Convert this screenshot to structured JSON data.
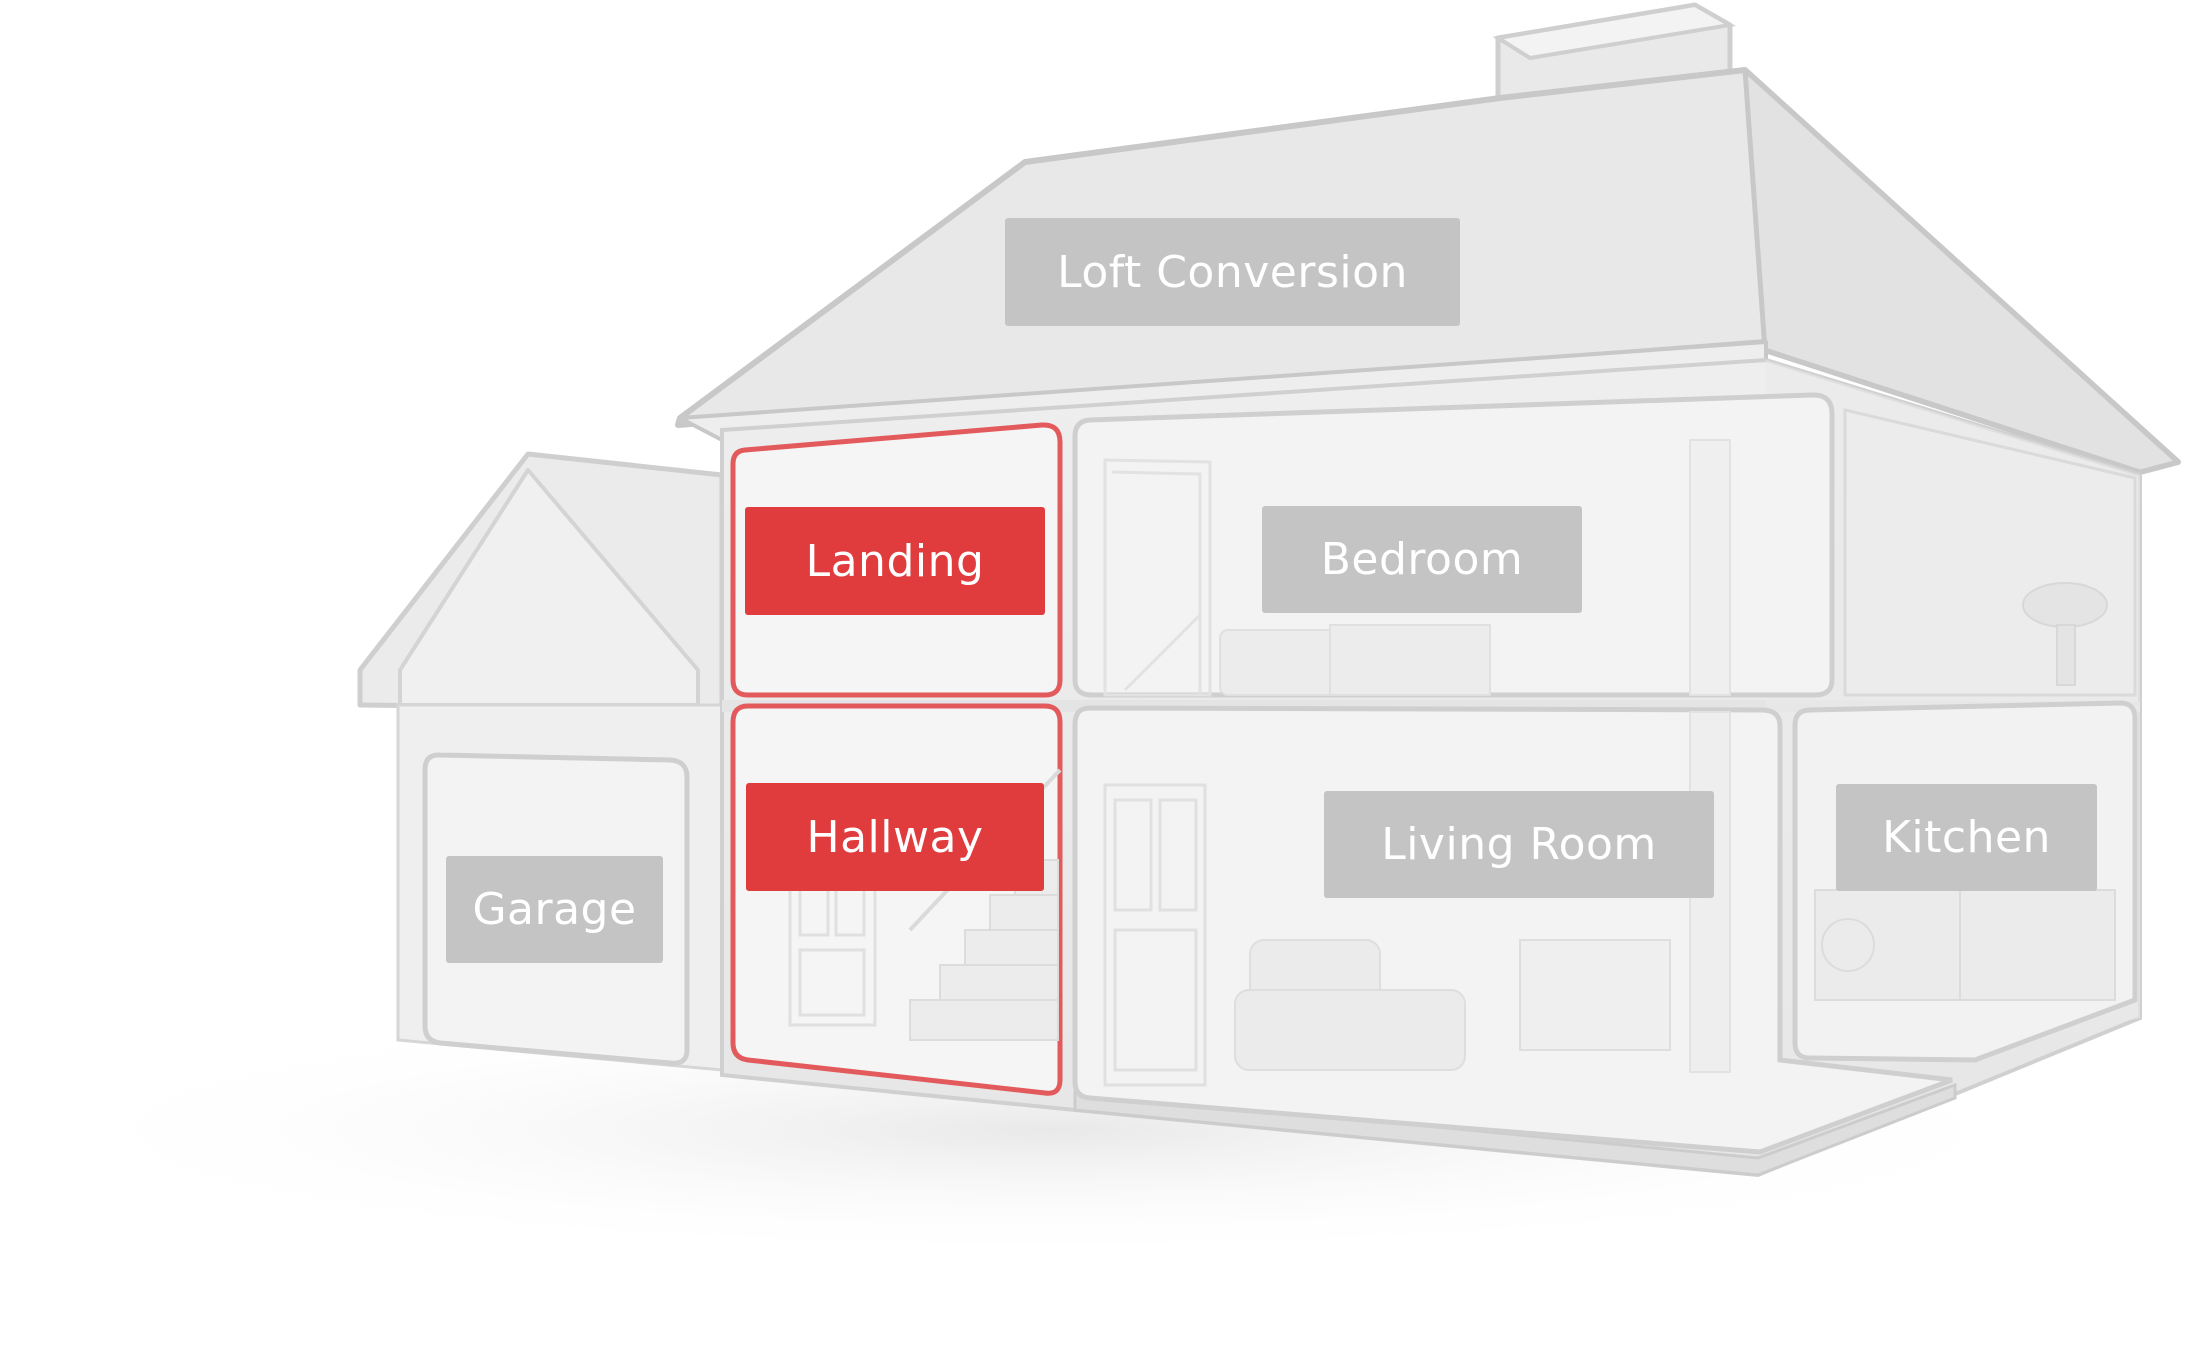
{
  "colors": {
    "highlight": "#e03c3e",
    "label_default": "#c4c4c4",
    "label_text": "#ffffff",
    "outline": "#c6c6c6",
    "wall": "#ececec",
    "room_fill": "#f4f4f4"
  },
  "rooms": {
    "loft": {
      "label": "Loft Conversion",
      "selected": false
    },
    "landing": {
      "label": "Landing",
      "selected": true
    },
    "bedroom": {
      "label": "Bedroom",
      "selected": false
    },
    "garage": {
      "label": "Garage",
      "selected": false
    },
    "hallway": {
      "label": "Hallway",
      "selected": true
    },
    "living_room": {
      "label": "Living Room",
      "selected": false
    },
    "kitchen": {
      "label": "Kitchen",
      "selected": false
    }
  }
}
